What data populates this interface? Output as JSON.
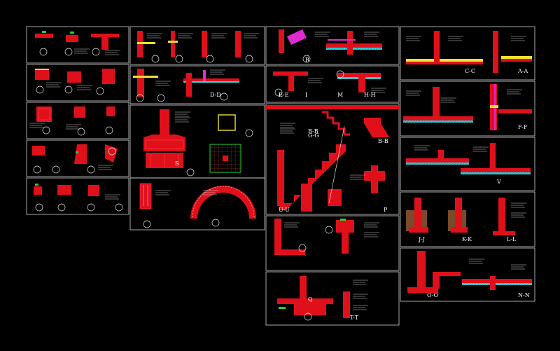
{
  "drawing": {
    "background": "#000000",
    "colors": {
      "concrete": "#e0101a",
      "rebar": "#ff3a3a",
      "frame": "#d0d0d0",
      "highlight": "#f3e32a",
      "dimension": "#27d32b",
      "insulation": "#2bd6e0",
      "member": "#e02bd0"
    },
    "section_tags": [
      "C-C",
      "A-A",
      "B-B",
      "F-F",
      "H-H",
      "E-E",
      "D-D",
      "G-G",
      "B-B",
      "V",
      "J-J",
      "K-K",
      "L-L",
      "O-O",
      "N-N",
      "T-T",
      "U-U",
      "P",
      "Q",
      "S",
      "R",
      "I",
      "L",
      "M",
      "N"
    ]
  }
}
